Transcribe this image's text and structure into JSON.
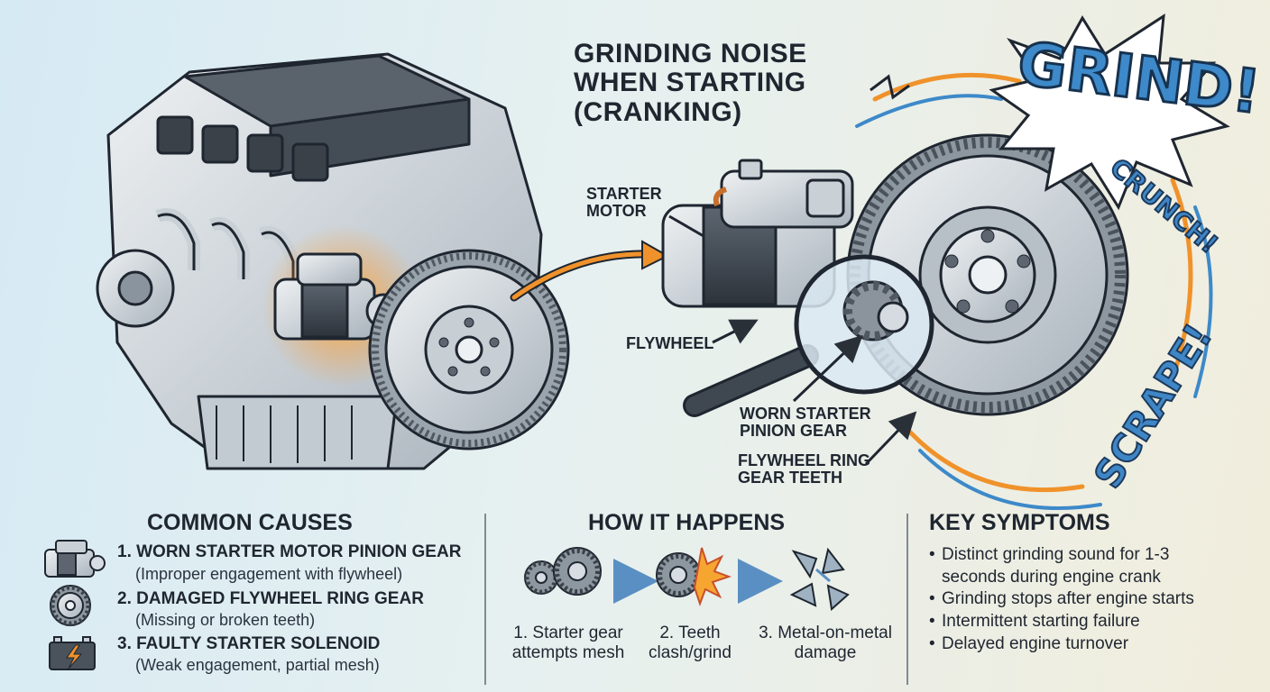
{
  "title": {
    "line1": "GRINDING NOISE",
    "line2": "WHEN STARTING",
    "line3": "(CRANKING)"
  },
  "callouts": {
    "starter_motor": {
      "line1": "STARTER",
      "line2": "MOTOR"
    },
    "flywheel": "FLYWHEEL",
    "worn_pinion": {
      "line1": "WORN STARTER",
      "line2": "PINION GEAR"
    },
    "ring_gear": {
      "line1": "FLYWHEEL RING",
      "line2": "GEAR TEETH"
    }
  },
  "sound_effects": {
    "grind": "GRIND!",
    "crunch": "CRUNCH!",
    "scrape": "SCRAPE!"
  },
  "causes": {
    "heading": "COMMON CAUSES",
    "items": [
      {
        "title": "1. WORN STARTER MOTOR PINION GEAR",
        "detail": "(Improper engagement with flywheel)",
        "icon": "starter-motor-icon"
      },
      {
        "title": "2. DAMAGED FLYWHEEL RING GEAR",
        "detail": "(Missing or broken teeth)",
        "icon": "flywheel-gear-icon"
      },
      {
        "title": "3. FAULTY STARTER SOLENOID",
        "detail": "(Weak engagement, partial mesh)",
        "icon": "battery-bolt-icon"
      }
    ]
  },
  "how": {
    "heading": "HOW IT HAPPENS",
    "steps": [
      {
        "line1": "1. Starter gear",
        "line2": "attempts mesh"
      },
      {
        "line1": "2. Teeth",
        "line2": "clash/grind"
      },
      {
        "line1": "3. Metal-on-metal",
        "line2": "damage"
      }
    ]
  },
  "symptoms": {
    "heading": "KEY SYMPTOMS",
    "items": [
      "Distinct grinding sound for 1-3",
      "seconds during engine crank",
      "Grinding stops after engine starts",
      "Intermittent starting failure",
      "Delayed engine turnover"
    ]
  },
  "colors": {
    "accent_orange": "#f0922b",
    "sfx_blue": "#3d89c9",
    "metal": "#b9c2ca",
    "outline": "#1f2630"
  }
}
